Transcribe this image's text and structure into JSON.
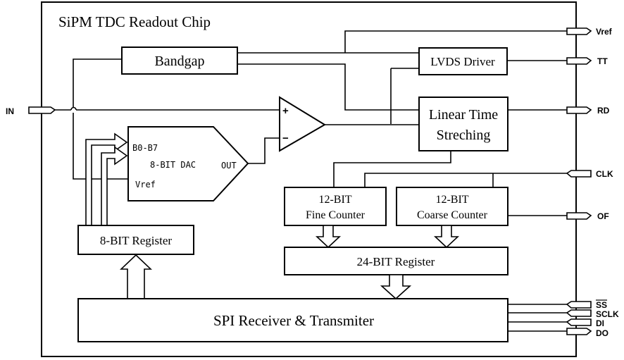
{
  "chip_title": "SiPM TDC Readout Chip",
  "blocks": {
    "bandgap": "Bandgap",
    "lvds_driver": "LVDS Driver",
    "linear_time_stretching": [
      "Linear Time",
      "Streching"
    ],
    "dac": {
      "inputs": "B0-B7",
      "name": "8-BIT DAC",
      "vref": "Vref",
      "out": "OUT"
    },
    "fine_counter": [
      "12-BIT",
      "Fine Counter"
    ],
    "coarse_counter": [
      "12-BIT",
      "Coarse Counter"
    ],
    "register_8bit": "8-BIT Register",
    "register_24bit": "24-BIT Register",
    "spi": "SPI Receiver & Transmiter",
    "comparator": {
      "plus": "+",
      "minus": "−"
    }
  },
  "pins": {
    "in": "IN",
    "vref": "Vref",
    "tt": "TT",
    "rd": "RD",
    "clk": "CLK",
    "of": "OF",
    "ss": "SS",
    "sclk": "SCLK",
    "di": "DI",
    "do": "DO"
  }
}
